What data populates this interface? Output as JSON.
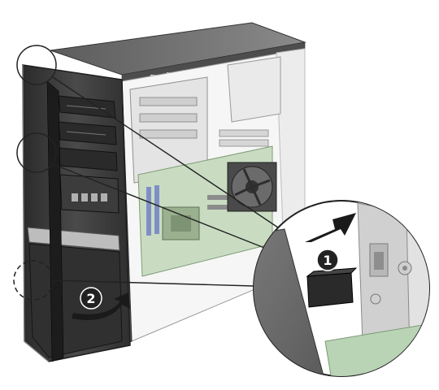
{
  "figure": {
    "description_alt": "",
    "callouts": [
      {
        "id": "step-1",
        "label": "1"
      },
      {
        "id": "step-2",
        "label": "2"
      }
    ],
    "colors": {
      "chassis_dark": "#3a3a3a",
      "chassis_mid": "#6d6d6d",
      "chassis_light": "#d9d9d9",
      "board_green": "#c9dcc2",
      "board_blue": "#7f8fc6",
      "bezel": "#3d3d3d",
      "arrow": "#1a1a1a",
      "callout_fill": "#222222",
      "callout_text": "#ffffff"
    },
    "icons": [
      "zoom-circle",
      "leader-line",
      "rotate-arrow",
      "push-arrow"
    ]
  }
}
